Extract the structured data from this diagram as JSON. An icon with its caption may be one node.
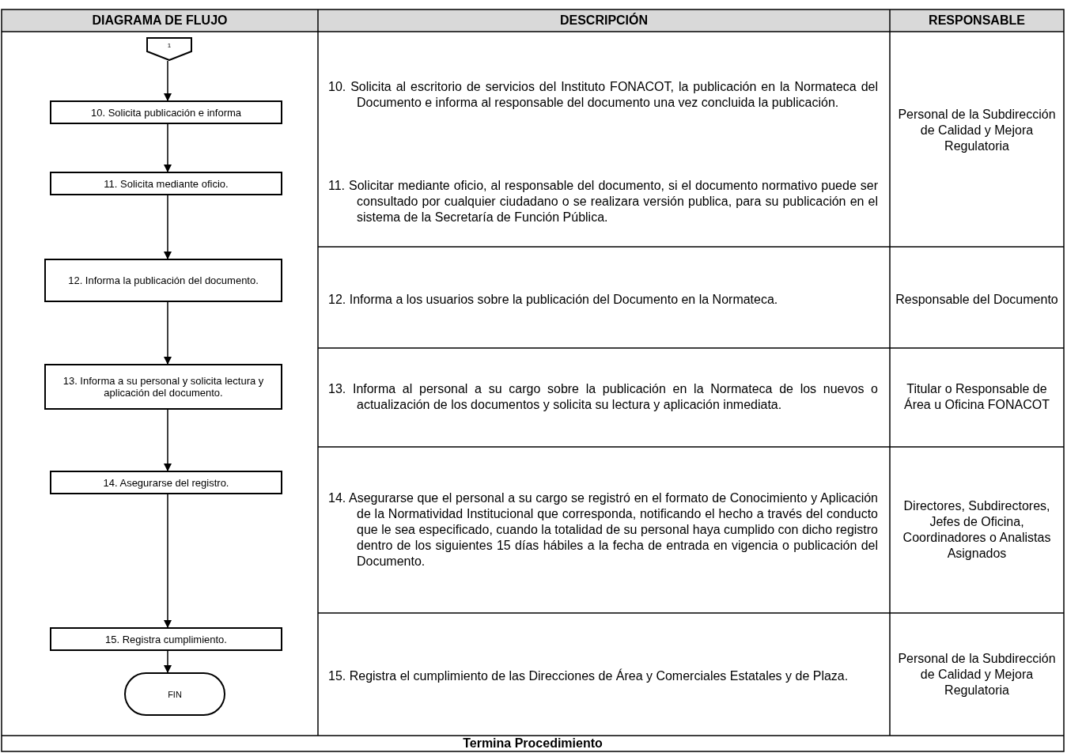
{
  "diagram": {
    "nodes": [
      {
        "text": [
          "1"
        ]
      },
      {
        "text": [
          "10. Solicita publicación e informa"
        ]
      },
      {
        "text": [
          "11. Solicita mediante oficio."
        ]
      },
      {
        "text": [
          "12. Informa la publicación del documento."
        ]
      },
      {
        "text": [
          "13. Informa a su personal y solicita lectura y aplicación del documento."
        ]
      },
      {
        "text": [
          "14. Asegurarse del registro."
        ]
      },
      {
        "text": [
          "15. Registra cumplimiento."
        ]
      },
      {
        "text": [
          "FIN"
        ]
      }
    ],
    "edges": [
      {
        "from": 0,
        "to": 1,
        "arrow": "to"
      },
      {
        "from": 1,
        "to": 2,
        "arrow": "to"
      },
      {
        "from": 2,
        "to": 3,
        "arrow": "to"
      },
      {
        "from": 3,
        "to": 4,
        "arrow": "to"
      },
      {
        "from": 4,
        "to": 5,
        "arrow": "to"
      },
      {
        "from": 5,
        "to": 6,
        "arrow": "to"
      },
      {
        "from": 6,
        "to": 7,
        "arrow": "to"
      }
    ],
    "labels": [
      "DIAGRAMA DE FLUJO",
      "DESCRIPCIÓN",
      "RESPONSABLE",
      "10. Solicita al escritorio de servicios del Instituto FONACOT, la publicación en la Normateca del Documento e informa al responsable del documento una vez concluida la publicación.",
      "Personal de la Subdirección de Calidad y Mejora Regulatoria",
      "11. Solicitar mediante oficio, al responsable del documento, si el documento normativo puede ser consultado por cualquier ciudadano o se realizara versión publica, para su publicación en el sistema de la Secretaría de Función Pública.",
      "12. Informa a los usuarios sobre la publicación del Documento en la Normateca.",
      "Responsable del Documento",
      "13. Informa al personal a su cargo sobre la publicación en la Normateca de los nuevos o actualización de los documentos y solicita su lectura y aplicación inmediata.",
      "Titular o Responsable de Área u Oficina FONACOT",
      "14. Asegurarse que el personal a su cargo se registró en el formato de Conocimiento y Aplicación de la Normatividad Institucional que corresponda, notificando el hecho a través del conducto que le sea especificado, cuando la totalidad de su personal haya cumplido con dicho registro dentro de los siguientes 15 días hábiles a la fecha de entrada en vigencia o publicación del Documento.",
      "Directores, Subdirectores, Jefes de Oficina, Coordinadores o Analistas Asignados",
      "15. Registra el cumplimiento de las Direcciones de Área y Comerciales Estatales y de Plaza.",
      "Personal de la Subdirección de Calidad y Mejora Regulatoria",
      "Termina Procedimiento"
    ]
  }
}
